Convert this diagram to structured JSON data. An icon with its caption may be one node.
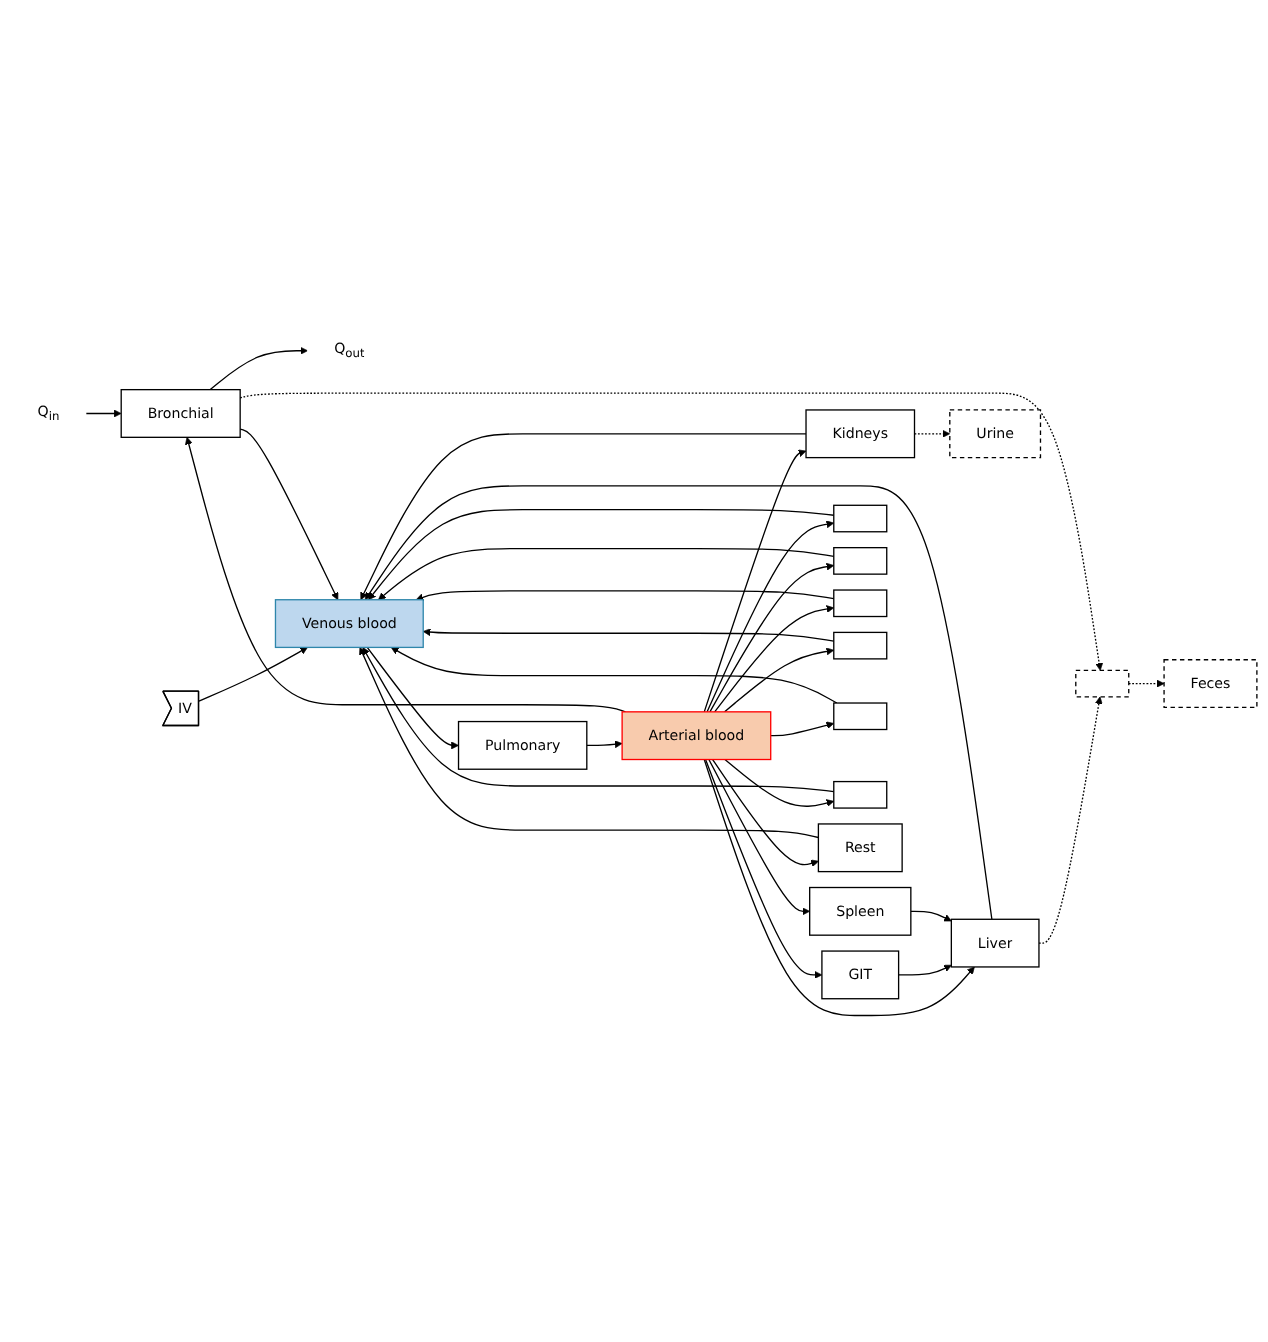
{
  "diagram": {
    "nodes": [
      {
        "text": [
          "Q$_{in}$"
        ]
      },
      {
        "text": [
          "Q$_{out}$"
        ]
      },
      {
        "text": [
          "Venous blood"
        ]
      },
      {
        "text": [
          "Bronchial"
        ]
      },
      {
        "text": [
          "Pulmonary"
        ]
      },
      {
        "text": [
          "Arterial blood"
        ]
      },
      {
        "text": [
          "Liver"
        ]
      },
      {
        "text": [],
        "shape": "box"
      },
      {
        "text": [
          "IV"
        ]
      },
      {
        "text": [
          "GIT"
        ]
      },
      {
        "text": [
          "Feces"
        ]
      },
      {
        "text": [
          "Spleen"
        ]
      },
      {
        "text": [
          "Kidneys"
        ]
      },
      {
        "text": [
          "Urine"
        ]
      },
      {
        "text": [],
        "shape": "box"
      },
      {
        "text": [],
        "shape": "box"
      },
      {
        "text": [],
        "shape": "box"
      },
      {
        "text": [],
        "shape": "box"
      },
      {
        "text": [],
        "shape": "box"
      },
      {
        "text": [],
        "shape": "box"
      },
      {
        "text": [
          "Rest"
        ]
      }
    ],
    "edges": [
      {
        "from": 0,
        "to": 3,
        "arrow": "to"
      },
      {
        "from": 3,
        "to": 1,
        "arrow": "to"
      },
      {
        "from": 8,
        "to": 2,
        "arrow": "to"
      },
      {
        "from": 2,
        "to": 4,
        "arrow": "to"
      },
      {
        "from": 4,
        "to": 5,
        "arrow": "to"
      },
      {
        "from": 5,
        "to": 3,
        "arrow": "to"
      },
      {
        "from": 5,
        "to": 6,
        "arrow": "to"
      },
      {
        "from": 5,
        "to": 9,
        "arrow": "to"
      },
      {
        "from": 5,
        "to": 11,
        "arrow": "to"
      },
      {
        "from": 5,
        "to": 12,
        "arrow": "to"
      },
      {
        "from": 5,
        "to": 14,
        "arrow": "to"
      },
      {
        "from": 5,
        "to": 15,
        "arrow": "to"
      },
      {
        "from": 5,
        "to": 16,
        "arrow": "to"
      },
      {
        "from": 5,
        "to": 17,
        "arrow": "to"
      },
      {
        "from": 5,
        "to": 18,
        "arrow": "to"
      },
      {
        "from": 5,
        "to": 19,
        "arrow": "to"
      },
      {
        "from": 5,
        "to": 20,
        "arrow": "to"
      },
      {
        "from": 9,
        "to": 6,
        "arrow": "to"
      },
      {
        "from": 11,
        "to": 6,
        "arrow": "to"
      },
      {
        "from": 3,
        "to": 2,
        "arrow": "to"
      },
      {
        "from": 6,
        "to": 2,
        "arrow": "to"
      },
      {
        "from": 12,
        "to": 2,
        "arrow": "to"
      },
      {
        "from": 14,
        "to": 2,
        "arrow": "to"
      },
      {
        "from": 15,
        "to": 2,
        "arrow": "to"
      },
      {
        "from": 16,
        "to": 2,
        "arrow": "to"
      },
      {
        "from": 17,
        "to": 2,
        "arrow": "to"
      },
      {
        "from": 18,
        "to": 2,
        "arrow": "to"
      },
      {
        "from": 19,
        "to": 2,
        "arrow": "to"
      },
      {
        "from": 20,
        "to": 2,
        "arrow": "to"
      },
      {
        "from": 6,
        "to": 7,
        "arrow": "to",
        "style": "dashed"
      },
      {
        "from": 3,
        "to": 7,
        "arrow": "to",
        "style": "dashed"
      },
      {
        "from": 7,
        "to": 10,
        "arrow": "to",
        "style": "dashed"
      },
      {
        "from": 12,
        "to": 13,
        "arrow": "to",
        "style": "dashed"
      }
    ]
  }
}
